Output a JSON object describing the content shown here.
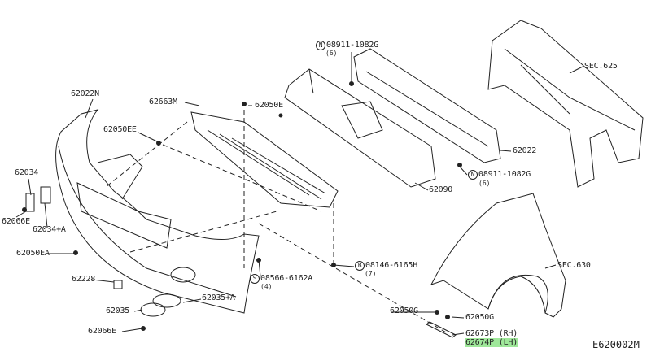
{
  "diagram_code": "E620002M",
  "labels": {
    "p62022N": "62022N",
    "p62663M": "62663M",
    "p62050E": "62050E",
    "p62050EE": "62050EE",
    "bolt_top": {
      "prefix": "N",
      "part": "08911-1082G",
      "qty": "(6)"
    },
    "sec625": "SEC.625",
    "p62022": "62022",
    "bolt_right": {
      "prefix": "N",
      "part": "08911-1082G",
      "qty": "(6)"
    },
    "p62090": "62090",
    "p62034": "62034",
    "p62066E_a": "62066E",
    "p62034A": "62034+A",
    "p62050EA": "62050EA",
    "sec630": "SEC.630",
    "bolt_b": {
      "prefix": "B",
      "part": "08146-6165H",
      "qty": "(7)"
    },
    "p62228": "62228",
    "screw_s": {
      "prefix": "S",
      "part": "08566-6162A",
      "qty": "(4)"
    },
    "p62035A": "62035+A",
    "p62035": "62035",
    "p62050G_a": "62050G",
    "p62050G_b": "62050G",
    "p62066E_b": "62066E",
    "p62673P": "62673P (RH)",
    "p62674P": "62674P (LH)"
  },
  "colors": {
    "line": "#222222",
    "highlight": "#9fe89a"
  }
}
